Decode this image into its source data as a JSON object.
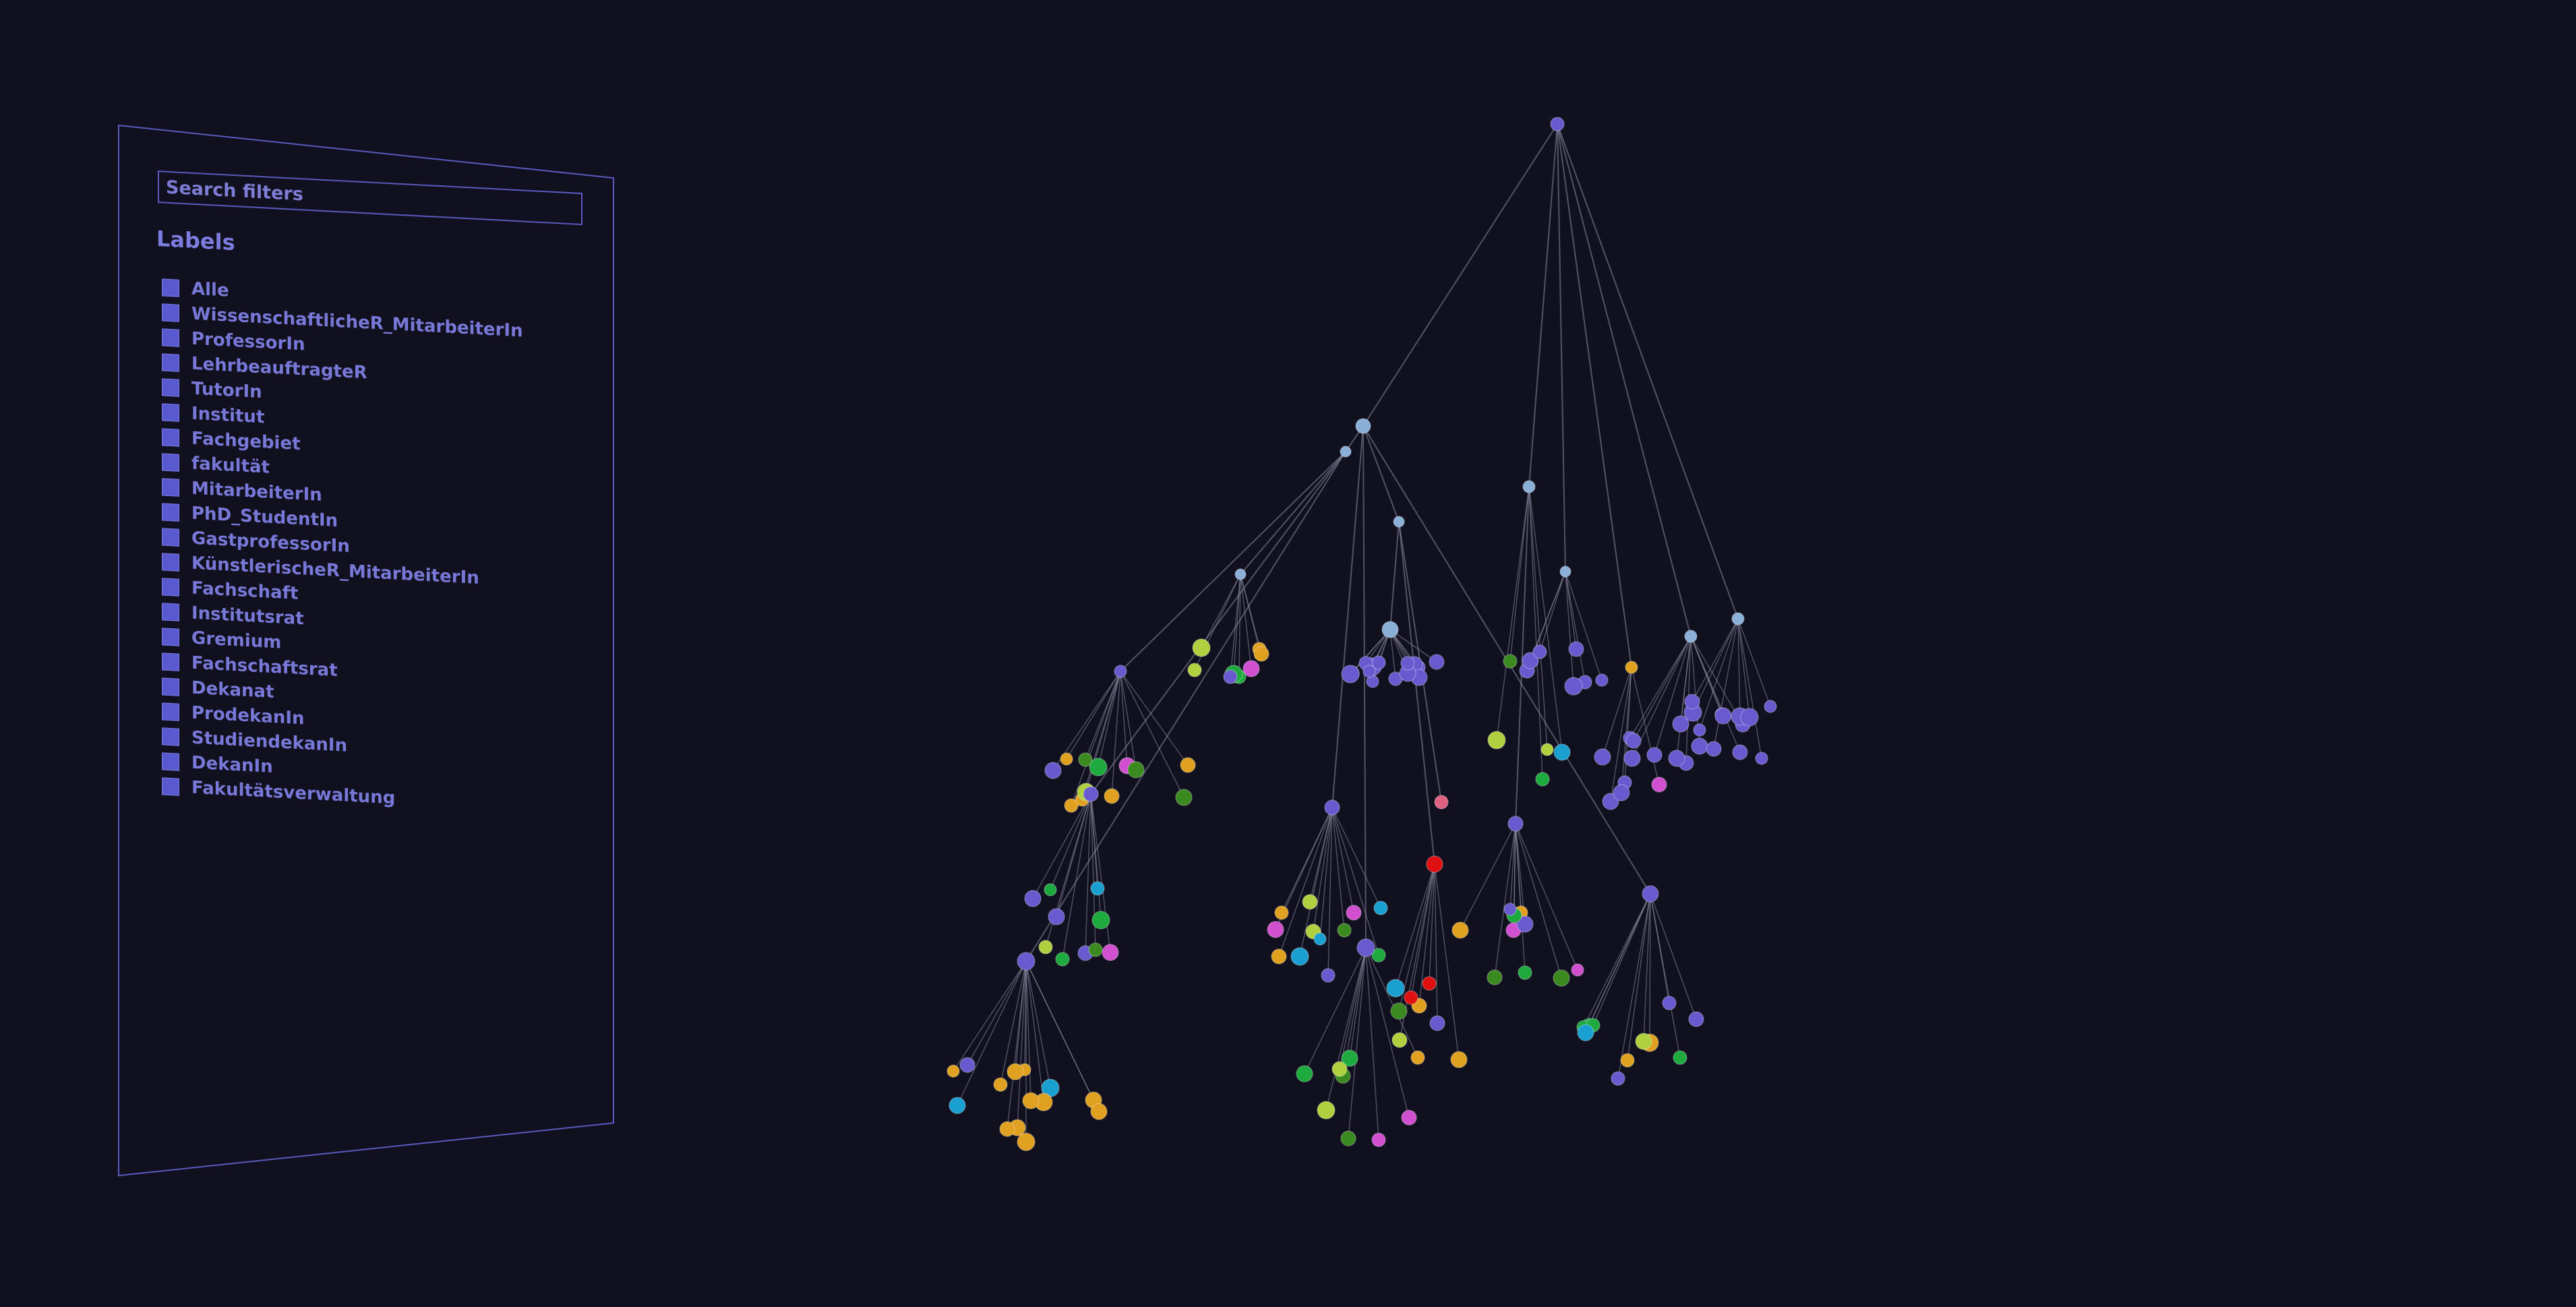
{
  "filter_panel": {
    "search_placeholder": "Search filters",
    "heading": "Labels",
    "labels": [
      "Alle",
      "WissenschaftlicheR_MitarbeiterIn",
      "ProfessorIn",
      "LehrbeauftragteR",
      "TutorIn",
      "Institut",
      "Fachgebiet",
      "fakultät",
      "MitarbeiterIn",
      "PhD_StudentIn",
      "GastprofessorIn",
      "KünstlerischeR_MitarbeiterIn",
      "Fachschaft",
      "Institutsrat",
      "Gremium",
      "Fachschaftsrat",
      "Dekanat",
      "ProdekanIn",
      "StudiendekanIn",
      "DekanIn",
      "Fakultätsverwaltung"
    ]
  },
  "colors": {
    "background": "#10101f",
    "panel_border": "#5a5ac0",
    "label_text": "#7878d8",
    "node_hub": "#6a5ad0",
    "node_light": "#8ab0d8",
    "node_green": "#1faa40",
    "node_magenta": "#d050d0",
    "node_cyan": "#1aa0d0",
    "node_orange": "#e0a020",
    "node_red": "#e01010",
    "node_lime": "#b0d040",
    "node_pink": "#e06080",
    "node_darkgreen": "#3a8a20",
    "edge": "#8a8aa0"
  }
}
